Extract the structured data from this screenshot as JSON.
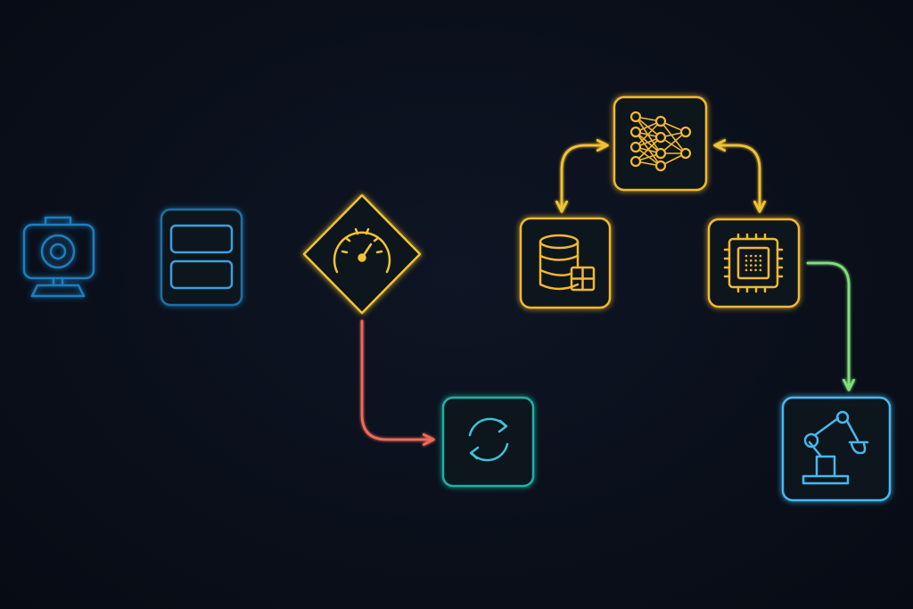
{
  "diagram": {
    "title": "",
    "colors": {
      "background": "#0a0f1a",
      "input": "#1f7fbf",
      "preprocess": "#1f6fa8",
      "gate": "#f2c230",
      "storage": "#f2b830",
      "compute": "#f2b830",
      "model": "#f2b830",
      "feedback": "#1fb3a6",
      "output": "#46b8f0",
      "flow_blue": "#4cb8f5",
      "flow_green": "#7fe07a",
      "flow_yellow": "#f2c230",
      "flow_red": "#f06a5a"
    },
    "nodes": [
      {
        "id": "camera",
        "icon": "camera-icon",
        "label": ""
      },
      {
        "id": "buffer",
        "icon": "buffer-stack-icon",
        "label": ""
      },
      {
        "id": "gate",
        "icon": "gauge-icon",
        "label": ""
      },
      {
        "id": "database",
        "icon": "database-grid-icon",
        "label": ""
      },
      {
        "id": "neural-net",
        "icon": "neural-network-icon",
        "label": ""
      },
      {
        "id": "processor",
        "icon": "cpu-chip-icon",
        "label": ""
      },
      {
        "id": "sync",
        "icon": "refresh-cycle-icon",
        "label": ""
      },
      {
        "id": "robot",
        "icon": "robot-arm-icon",
        "label": ""
      }
    ],
    "edges": [
      {
        "from": "camera",
        "to": "buffer",
        "color": "flow_blue",
        "direction": "forward"
      },
      {
        "from": "buffer",
        "to": "gate",
        "color": "flow_blue",
        "direction": "forward"
      },
      {
        "from": "gate",
        "to": "database",
        "color": "flow_green",
        "direction": "forward"
      },
      {
        "from": "database",
        "to": "neural-net",
        "color": "flow_yellow",
        "direction": "bidirectional"
      },
      {
        "from": "neural-net",
        "to": "processor",
        "color": "flow_yellow",
        "direction": "bidirectional"
      },
      {
        "from": "database",
        "to": "processor",
        "color": "flow_yellow",
        "direction": "bidirectional"
      },
      {
        "from": "processor",
        "to": "robot",
        "color": "flow_green",
        "direction": "forward"
      },
      {
        "from": "gate",
        "to": "sync",
        "color": "flow_red",
        "direction": "forward"
      },
      {
        "from": "sync",
        "to": "robot",
        "color": "flow_red",
        "direction": "forward"
      }
    ]
  }
}
